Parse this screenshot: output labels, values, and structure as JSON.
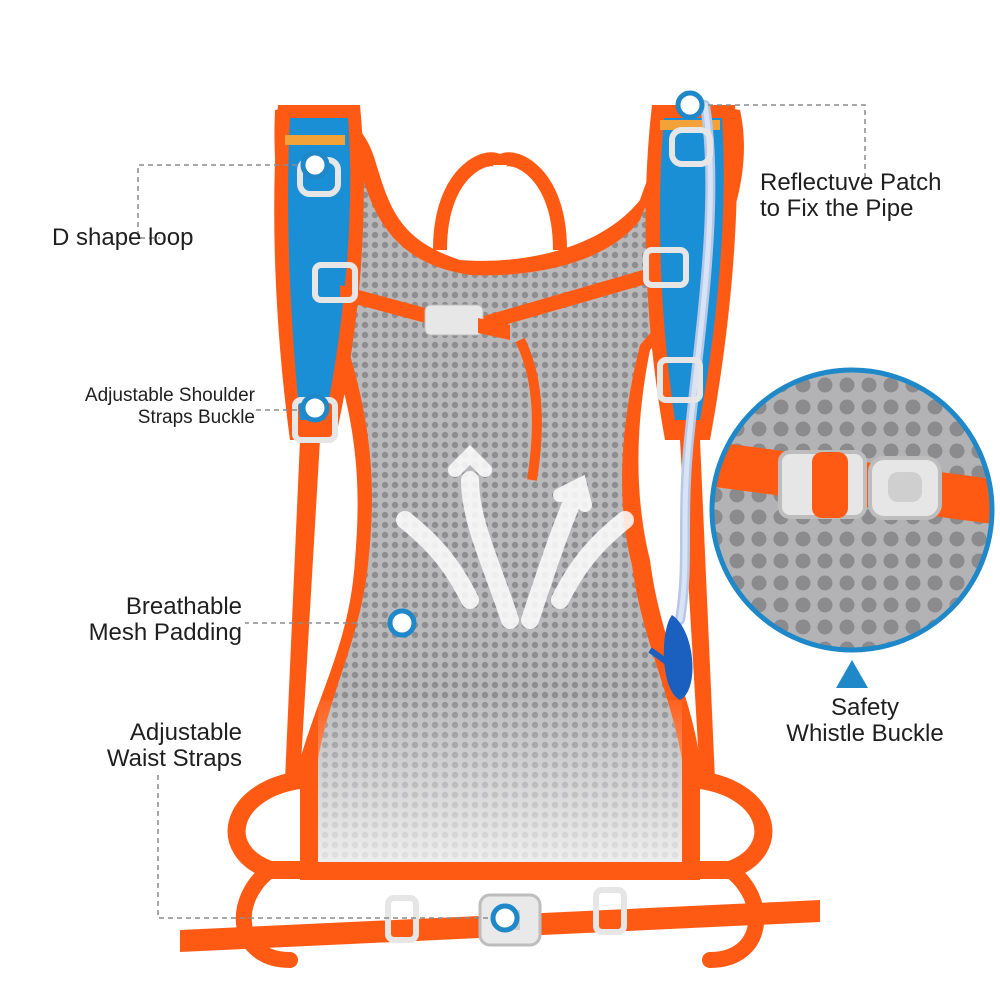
{
  "labels": {
    "d_shape_loop": "D shape loop",
    "shoulder_buckle": {
      "line1": "Adjustable Shoulder",
      "line2": "Straps Buckle"
    },
    "mesh_padding": {
      "line1": "Breathable",
      "line2": "Mesh Padding"
    },
    "waist_straps": {
      "line1": "Adjustable",
      "line2": "Waist Straps"
    },
    "reflective_patch": {
      "line1": "Reflectuve Patch",
      "line2": "to Fix the Pipe"
    },
    "whistle_buckle": {
      "line1": "Safety",
      "line2": "Whistle Buckle"
    }
  },
  "colors": {
    "accent_blue": "#1e88c8",
    "strap_orange": "#ff5a14",
    "mesh_gray": "#a9a9ab",
    "panel_blue": "#1b8fd6"
  },
  "icons": [
    "callout-marker-icon",
    "triangle-pointer-icon",
    "air-flow-arrows-icon"
  ]
}
